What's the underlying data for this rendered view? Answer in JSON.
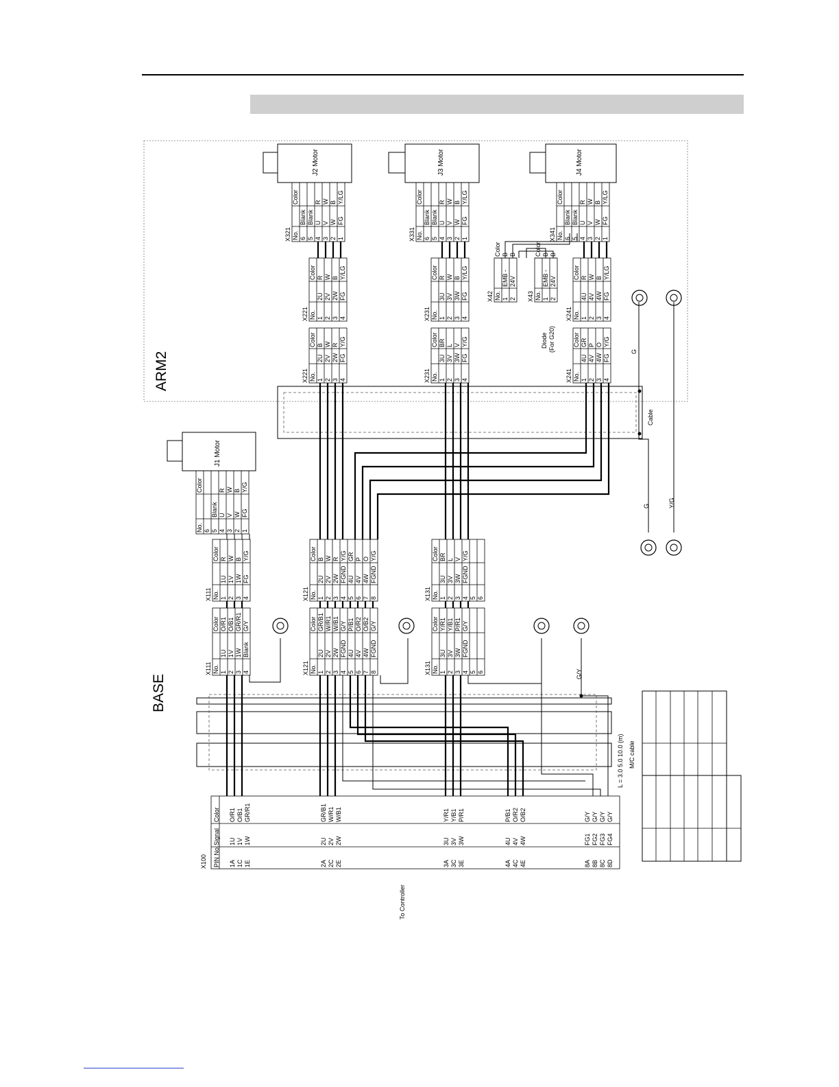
{
  "regions": {
    "base": "BASE",
    "arm2": "ARM2"
  },
  "motors": {
    "j1": {
      "label": "J1 Motor",
      "nos": [
        "6",
        "5",
        "4",
        "3",
        "2",
        "1"
      ],
      "names": [
        "",
        "Blank",
        "U",
        "V",
        "W",
        "FG"
      ],
      "colors": [
        "",
        "",
        "R",
        "W",
        "B",
        "Y/G"
      ]
    },
    "j2": {
      "label": "J2  Motor",
      "conn": "X321",
      "nos": [
        "6",
        "5",
        "4",
        "3",
        "2",
        "1"
      ],
      "names": [
        "Blank",
        "Blank",
        "U",
        "V",
        "W",
        "FG"
      ],
      "colors": [
        "",
        "",
        "R",
        "W",
        "B",
        "Y/LG"
      ]
    },
    "j3": {
      "label": "J3  Motor",
      "conn": "X331",
      "nos": [
        "6",
        "5",
        "4",
        "3",
        "2",
        "1"
      ],
      "names": [
        "Blank",
        "Blank",
        "U",
        "V",
        "W",
        "FG"
      ],
      "colors": [
        "",
        "",
        "R",
        "W",
        "B",
        "Y/LG"
      ]
    },
    "j4": {
      "label": "J4  Motor",
      "conn": "X341",
      "nos": [
        "6",
        "5",
        "4",
        "3",
        "2",
        "1"
      ],
      "names": [
        "Blank",
        "Blank",
        "U",
        "V",
        "W",
        "FG"
      ],
      "colors": [
        "",
        "",
        "R",
        "W",
        "B",
        "Y/LG"
      ]
    }
  },
  "connectors": {
    "x221_motor": {
      "name": "X221",
      "nos": [
        "1",
        "2",
        "3",
        "4"
      ],
      "pins": [
        "2U",
        "2V",
        "2W",
        "FG"
      ],
      "colors": [
        "R",
        "W",
        "B",
        "Y/LG"
      ]
    },
    "x231_motor": {
      "name": "X231",
      "nos": [
        "1",
        "2",
        "3",
        "4"
      ],
      "pins": [
        "3U",
        "3V",
        "3W",
        "FG"
      ],
      "colors": [
        "R",
        "W",
        "B",
        "Y/LG"
      ]
    },
    "x42": {
      "name": "X42",
      "nos": [
        "1",
        "2"
      ],
      "pins": [
        "EMB -",
        "24V"
      ],
      "colors": [
        "B",
        "B"
      ]
    },
    "x43": {
      "name": "X43",
      "nos": [
        "1",
        "2"
      ],
      "pins": [
        "EMB -",
        "24V"
      ],
      "colors": [
        "B",
        "B"
      ]
    },
    "x241_motor": {
      "name": "X241",
      "nos": [
        "1",
        "2",
        "3",
        "4"
      ],
      "pins": [
        "4U",
        "4V",
        "4W",
        "FG"
      ],
      "colors": [
        "R",
        "W",
        "B",
        "Y/LG"
      ]
    },
    "x221_arm": {
      "name": "X221",
      "nos": [
        "1",
        "2",
        "3",
        "4"
      ],
      "pins": [
        "2U",
        "2V",
        "2W",
        "FG"
      ],
      "colors": [
        "B",
        "W",
        "R",
        "Y/G"
      ]
    },
    "x231_arm": {
      "name": "X231",
      "nos": [
        "1",
        "2",
        "3",
        "4"
      ],
      "pins": [
        "3U",
        "3V",
        "3W",
        "FG"
      ],
      "colors": [
        "BR",
        "L",
        "V",
        "Y/G"
      ]
    },
    "x241_arm": {
      "name": "X241",
      "nos": [
        "1",
        "2",
        "3",
        "4"
      ],
      "pins": [
        "4U",
        "4V",
        "4W",
        "FG"
      ],
      "colors": [
        "GR",
        "P",
        "O",
        "Y/G"
      ]
    },
    "x111_top": {
      "name": "X111",
      "nos": [
        "1",
        "2",
        "3",
        "4"
      ],
      "pins": [
        "1U",
        "1V",
        "1W",
        "FG"
      ],
      "colors": [
        "R",
        "W",
        "B",
        "Y/G"
      ]
    },
    "x121_top": {
      "name": "X121",
      "nos": [
        "1",
        "2",
        "3",
        "4",
        "5",
        "6",
        "7",
        "8"
      ],
      "pins": [
        "2U",
        "2V",
        "2W",
        "FGND",
        "4U",
        "4V",
        "4W",
        "FGND"
      ],
      "colors": [
        "B",
        "W",
        "R",
        "Y/G",
        "GR",
        "P",
        "O",
        "Y/G"
      ]
    },
    "x131_top": {
      "name": "X131",
      "nos": [
        "1",
        "2",
        "3",
        "4",
        "5",
        "6"
      ],
      "pins": [
        "3U",
        "3V",
        "3W",
        "FGND",
        "",
        ""
      ],
      "colors": [
        "BR",
        "L",
        "V",
        "Y/G",
        "",
        ""
      ]
    },
    "x111_bot": {
      "name": "X111",
      "nos": [
        "1",
        "2",
        "3",
        "4"
      ],
      "pins": [
        "1U",
        "1V",
        "1W",
        "Blank"
      ],
      "colors": [
        "O/R1",
        "O/B1",
        "GR/R1",
        "G/Y"
      ]
    },
    "x121_bot": {
      "name": "X121",
      "nos": [
        "1",
        "2",
        "3",
        "4",
        "5",
        "6",
        "7",
        "8"
      ],
      "pins": [
        "2U",
        "2V",
        "2W",
        "FGND",
        "4U",
        "4V",
        "4W",
        "FGND"
      ],
      "colors": [
        "GR/B1",
        "W/R1",
        "W/B1",
        "G/Y",
        "P/B1",
        "O/R2",
        "O/B2",
        "G/Y"
      ]
    },
    "x131_bot": {
      "name": "X131",
      "nos": [
        "1",
        "2",
        "3",
        "4",
        "5",
        "6"
      ],
      "pins": [
        "3U",
        "3V",
        "3W",
        "FGND",
        "",
        ""
      ],
      "colors": [
        "Y/R1",
        "Y/B1",
        "P/R1",
        "G/Y",
        "",
        ""
      ]
    }
  },
  "headers": {
    "no": "No.",
    "color": "Color",
    "pin_no": "PIN No.",
    "signal": "Signal"
  },
  "x100": {
    "name": "X100",
    "groups": [
      {
        "pins": [
          "1A",
          "1C",
          "1E"
        ],
        "signals": [
          "1U",
          "1V",
          "1W"
        ],
        "colors": [
          "O/R1",
          "O/B1",
          "GR/R1"
        ]
      },
      {
        "pins": [
          "2A",
          "2C",
          "2E"
        ],
        "signals": [
          "2U",
          "2V",
          "2W"
        ],
        "colors": [
          "GR/B1",
          "W/R1",
          "W/B1"
        ]
      },
      {
        "pins": [
          "3A",
          "3C",
          "3E"
        ],
        "signals": [
          "3U",
          "3V",
          "3W"
        ],
        "colors": [
          "Y/R1",
          "Y/B1",
          "P/R1"
        ]
      },
      {
        "pins": [
          "4A",
          "4C",
          "4E"
        ],
        "signals": [
          "4U",
          "4V",
          "4W"
        ],
        "colors": [
          "P/B1",
          "O/R2",
          "O/B2"
        ]
      },
      {
        "pins": [
          "8A",
          "8B",
          "8C",
          "8D"
        ],
        "signals": [
          "FG1",
          "FG2",
          "FG3",
          "FG4"
        ],
        "colors": [
          "G/Y",
          "G/Y",
          "G/Y",
          "G/Y"
        ]
      }
    ]
  },
  "labels": {
    "diode": "Diode",
    "diode_note": "(For G20)",
    "cable": "Cable",
    "g_arm": "G",
    "g_lower": "G",
    "yg_lower": "Y/G",
    "gy_base": "G/Y",
    "length": "L = 3.0  5.0  10.0  (m)",
    "mc_cable": "M/C cable",
    "to_controller": "To Controller"
  }
}
